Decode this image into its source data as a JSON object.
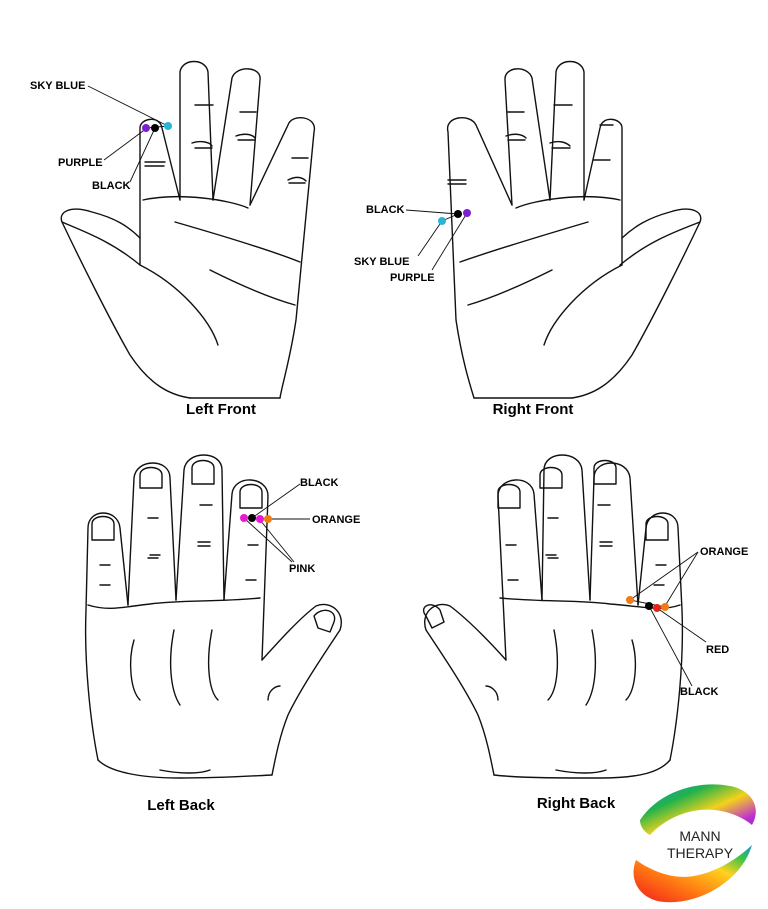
{
  "colors": {
    "sky_blue": "#27b6d6",
    "purple": "#7d1fd0",
    "black": "#000000",
    "pink": "#e91ad6",
    "orange": "#f07c12",
    "red": "#e4231b"
  },
  "panels": [
    {
      "id": "left-front",
      "caption": "Left Front",
      "labels": {
        "sky_blue": "SKY BLUE",
        "purple": "PURPLE",
        "black": "BLACK"
      }
    },
    {
      "id": "right-front",
      "caption": "Right Front",
      "labels": {
        "black": "BLACK",
        "sky_blue": "SKY BLUE",
        "purple": "PURPLE"
      }
    },
    {
      "id": "left-back",
      "caption": "Left Back",
      "labels": {
        "black": "BLACK",
        "orange": "ORANGE",
        "pink": "PINK"
      }
    },
    {
      "id": "right-back",
      "caption": "Right Back",
      "labels": {
        "orange": "ORANGE",
        "red": "RED",
        "black": "BLACK"
      }
    }
  ],
  "logo": {
    "line1": "MANN",
    "line2": "THERAPY"
  }
}
